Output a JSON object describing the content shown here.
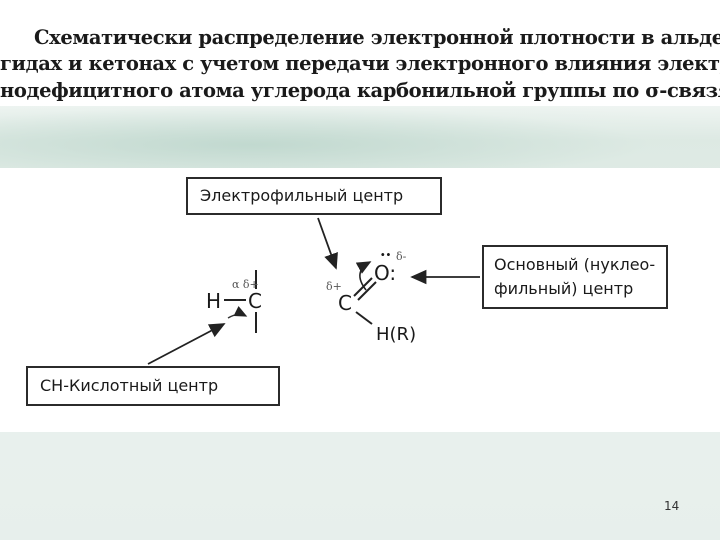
{
  "caption": {
    "line1": "Схематически распределение электронной плотности в альде-",
    "line2": "гидах и кетонах с учетом передачи электронного влияния электро-",
    "line3": "нодефицитного атома углерода карбонильной группы по σ-связям"
  },
  "labels": {
    "electrophilic": "Электрофильный центр",
    "basic_line1": "Основный (нуклео-",
    "basic_line2": "фильный) центр",
    "acid": "CH-Кислотный центр"
  },
  "structure": {
    "h_atom": "H",
    "alpha_carbon": "C",
    "carbonyl_carbon": "C",
    "oxygen": "O:",
    "substituent": "H(R)",
    "alpha_mark": "α δ+",
    "carbon_mark": "δ+",
    "oxygen_mark": "δ-"
  },
  "page_number": "14"
}
